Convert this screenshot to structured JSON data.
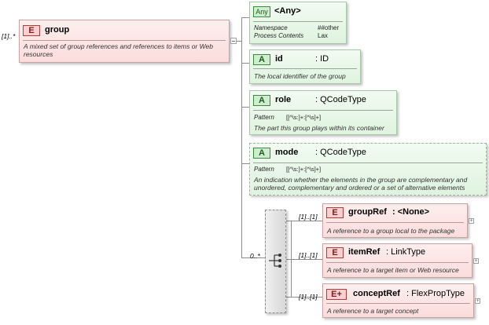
{
  "group_element": {
    "multiplicity": "[1]..*",
    "badge": "E",
    "name": "group",
    "description": "A mixed set of group references and references to items or Web resources"
  },
  "any_attribute": {
    "badge": "Any",
    "name": "<Any>",
    "namespace_label": "Namespace",
    "namespace_value": "##other",
    "process_label": "Process Contents",
    "process_value": "Lax"
  },
  "attributes": [
    {
      "badge": "A",
      "name": "id",
      "type": ": ID",
      "pattern_label": "",
      "pattern_value": "",
      "description": "The local identifier of the group"
    },
    {
      "badge": "A",
      "name": "role",
      "type": ": QCodeType",
      "pattern_label": "Pattern",
      "pattern_value": "[[^\\s:]+:[^\\s]+]",
      "description": "The part this group plays within its container"
    },
    {
      "badge": "A",
      "name": "mode",
      "type": ": QCodeType",
      "pattern_label": "Pattern",
      "pattern_value": "[[^\\s:]+:[^\\s]+]",
      "description": "An indication whether the elements in the group are complementary and unordered, complementary and ordered or a set of alternative elements"
    }
  ],
  "choice": {
    "multiplicity": "0..*"
  },
  "children": [
    {
      "multiplicity": "[1]..[1]",
      "badge": "E",
      "name": "groupRef",
      "type": ": <None>",
      "description": "A reference to a group local to the package"
    },
    {
      "multiplicity": "[1]..[1]",
      "badge": "E",
      "name": "itemRef",
      "type": ": LinkType",
      "description": "A reference to a target item or Web resource"
    },
    {
      "multiplicity": "[1]..[1]",
      "badge": "E+",
      "name": "conceptRef",
      "type": ": FlexPropType",
      "description": "A reference to a target concept"
    }
  ]
}
